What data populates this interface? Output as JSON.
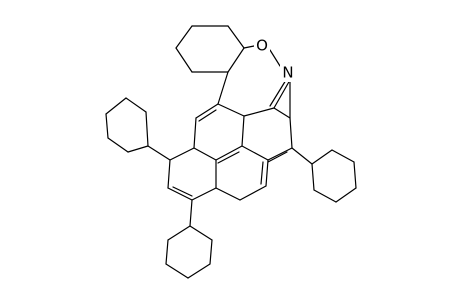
{
  "structure": {
    "atoms": {
      "oxygen": "O",
      "nitrogen": "N"
    },
    "colors": {
      "bond": "#000000",
      "background": "#ffffff"
    },
    "groups": [
      "cyclohexane-ring-fused-top",
      "oxazepine-ring",
      "pyrene-core",
      "cyclohexyl-substituent-left",
      "cyclohexyl-substituent-bottom",
      "cyclohexyl-substituent-right"
    ]
  }
}
